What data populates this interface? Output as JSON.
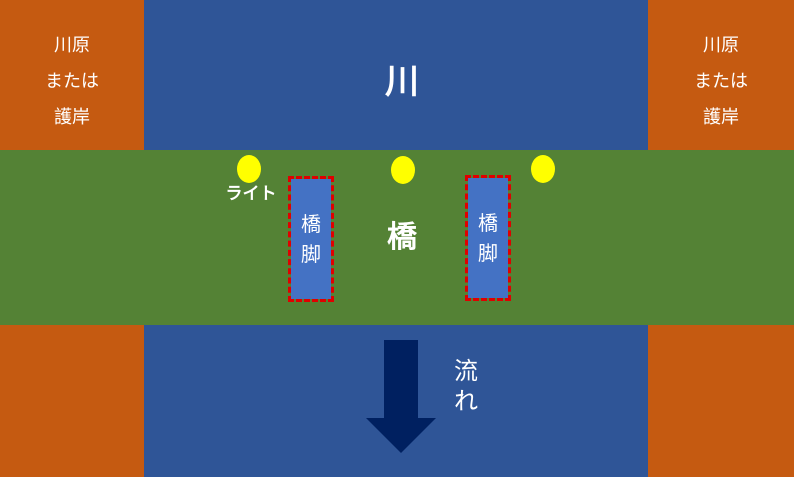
{
  "colors": {
    "bank": "#c55a11",
    "river": "#2f5597",
    "bridge": "#548235",
    "pier": "#4472c4",
    "pier_outline": "#e00000",
    "light": "#ffff00",
    "arrow": "#002060"
  },
  "labels": {
    "river": "川",
    "bridge": "橋",
    "light": "ライト",
    "bank_left": [
      "川原",
      "または",
      "護岸"
    ],
    "bank_right": [
      "川原",
      "または",
      "護岸"
    ],
    "pier_left": [
      "橋",
      "脚"
    ],
    "pier_right": [
      "橋",
      "脚"
    ],
    "flow": [
      "流",
      "れ"
    ]
  },
  "icons": {
    "flow_arrow": "down-arrow-icon"
  }
}
